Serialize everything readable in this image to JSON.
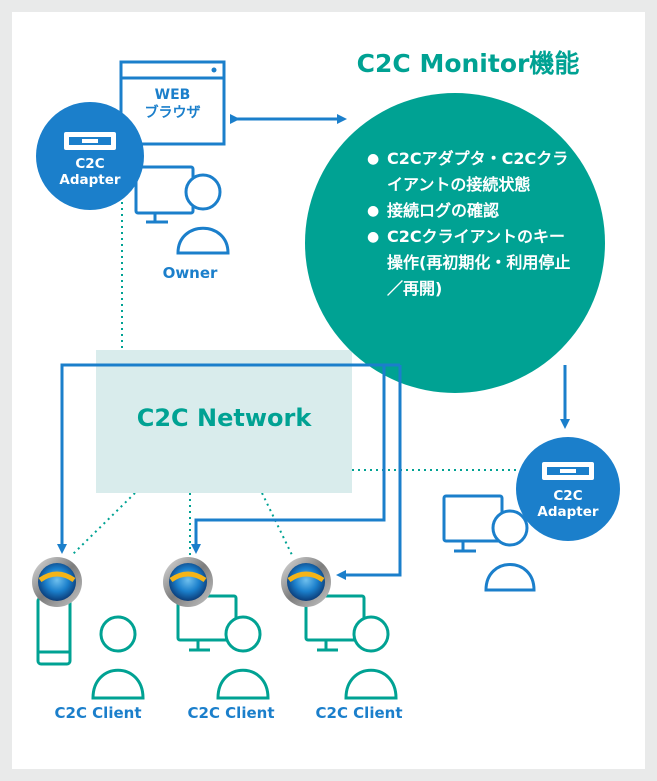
{
  "title": "C2C Monitor機能",
  "browser": {
    "line1": "WEB",
    "line2": "ブラウザ"
  },
  "adapters": [
    {
      "line1": "C2C",
      "line2": "Adapter"
    },
    {
      "line1": "C2C",
      "line2": "Adapter"
    }
  ],
  "owner_label": "Owner",
  "features": [
    "C2Cアダプタ・C2Cクライアントの接続状態",
    "接続ログの確認",
    "C2Cクライアントのキー操作(再初期化・利用停止／再開)"
  ],
  "network_label": "C2C Network",
  "clients": [
    "C2C Client",
    "C2C Client",
    "C2C Client"
  ],
  "colors": {
    "teal": "#00a293",
    "blue": "#1b7fcb",
    "background": "#e9eaea",
    "panel": "#ffffff",
    "network_box": "#d9ecec"
  }
}
